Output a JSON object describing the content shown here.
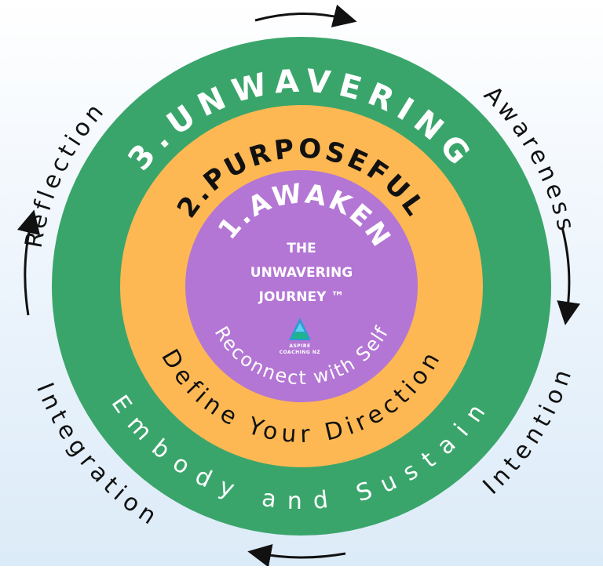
{
  "colors": {
    "outer_ring": "#3aa56b",
    "middle_ring": "#fdb853",
    "inner_circle": "#b376d4",
    "arrows": "#111111"
  },
  "outer_words": {
    "reflection": "Reflection",
    "awareness": "Awareness",
    "intention": "Intention",
    "integration": "Integration"
  },
  "stages": {
    "unwavering": {
      "title": "3.UNWAVERING",
      "subtitle": "Embody and Sustain"
    },
    "purposeful": {
      "title": "2.PURPOSEFUL",
      "subtitle": "Define Your Direction"
    },
    "awaken": {
      "title": "1.AWAKEN",
      "subtitle": "Reconnect with Self"
    }
  },
  "center": {
    "lines": [
      "THE",
      "UNWAVERING",
      "JOURNEY ™"
    ]
  },
  "logo": {
    "line1": "ASPIRE",
    "line2": "COACHING NZ",
    "icon": "triangle-logo-icon"
  }
}
